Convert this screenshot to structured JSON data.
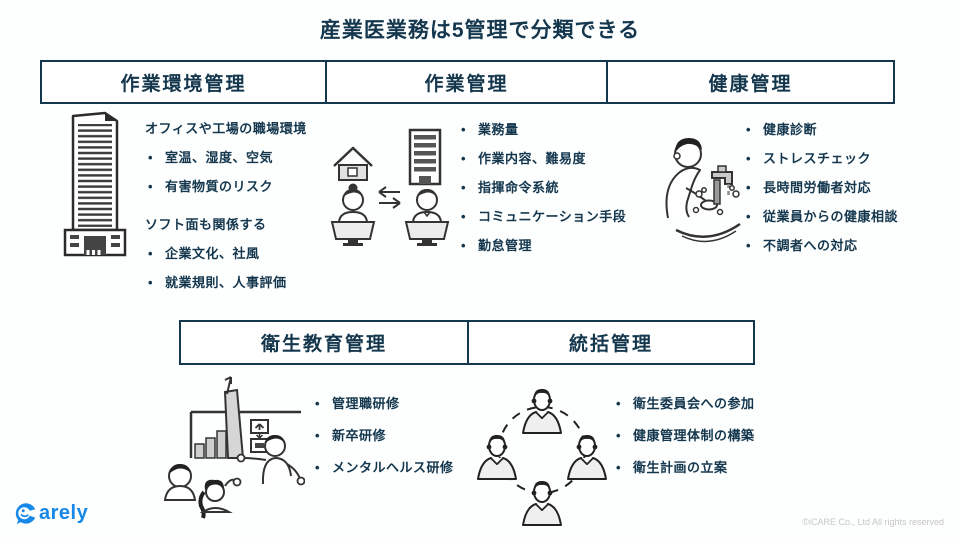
{
  "title": "産業医業務は5管理で分類できる",
  "theme": {
    "navy": "#14374E",
    "logo_blue": "#1588E8",
    "copyright_gray": "#c6c6c6"
  },
  "sections": [
    {
      "id": "work-environment",
      "header": "作業環境管理",
      "illustration": "office-building",
      "groups": [
        {
          "heading": "オフィスや工場の職場環境",
          "bullets": [
            "室温、湿度、空気",
            "有害物質のリスク"
          ]
        },
        {
          "heading": "ソフト面も関係する",
          "bullets": [
            "企業文化、社風",
            "就業規則、人事評価"
          ]
        }
      ]
    },
    {
      "id": "work-management",
      "header": "作業管理",
      "illustration": "remote-communication",
      "bullets": [
        "業務量",
        "作業内容、難易度",
        "指揮命令系統",
        "コミュニケーション手段",
        "勤怠管理"
      ]
    },
    {
      "id": "health-management",
      "header": "健康管理",
      "illustration": "hand-washing",
      "bullets": [
        "健康診断",
        "ストレスチェック",
        "長時間労働者対応",
        "従業員からの健康相談",
        "不調者への対応"
      ]
    },
    {
      "id": "hygiene-education-management",
      "header": "衛生教育管理",
      "illustration": "training-presentation",
      "bullets": [
        "管理職研修",
        "新卒研修",
        "メンタルヘルス研修"
      ]
    },
    {
      "id": "general-management",
      "header": "統括管理",
      "illustration": "people-network",
      "bullets": [
        "衛生委員会への参加",
        "健康管理体制の構築",
        "衛生計画の立案"
      ]
    }
  ],
  "footer": {
    "logo_text": "arely",
    "logo_name": "Carely",
    "copyright": "©iCARE Co., Ltd All rights reserved"
  }
}
